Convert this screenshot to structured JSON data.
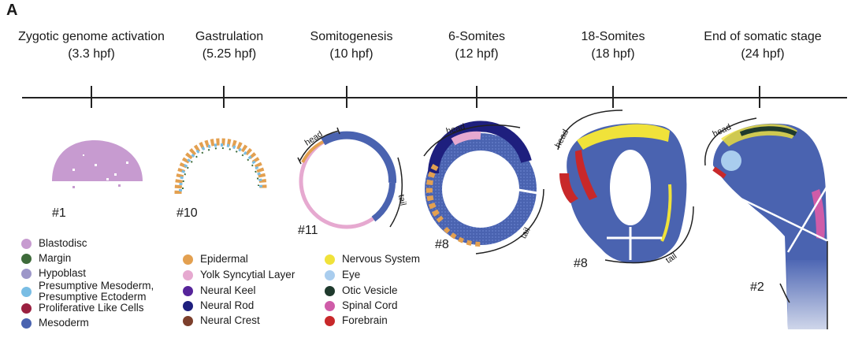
{
  "panel_letter": "A",
  "stages": [
    {
      "title": "Zygotic genome activation",
      "time": "(3.3 hpf)"
    },
    {
      "title": "Gastrulation",
      "time": "(5.25 hpf)"
    },
    {
      "title": "Somitogenesis",
      "time": "(10 hpf)"
    },
    {
      "title": "6-Somites",
      "time": "(12 hpf)"
    },
    {
      "title": "18-Somites",
      "time": "(18 hpf)"
    },
    {
      "title": "End of somatic stage",
      "time": "(24 hpf)"
    }
  ],
  "samples": [
    "#1",
    "#10",
    "#11",
    "#8",
    "#8",
    "#2"
  ],
  "annotations": {
    "head": "head",
    "tail": "tail"
  },
  "legend": {
    "col1": [
      {
        "label": "Blastodisc",
        "color": "#c79bd0"
      },
      {
        "label": "Margin",
        "color": "#3e6b3a"
      },
      {
        "label": "Hypoblast",
        "color": "#9d97c9"
      },
      {
        "label": "Presumptive Mesoderm,\nPresumptive Ectoderm",
        "color": "#79bde4"
      },
      {
        "label": "Proliferative Like Cells",
        "color": "#9a2040"
      },
      {
        "label": "Mesoderm",
        "color": "#4a63b0"
      }
    ],
    "col2": [
      {
        "label": "Epidermal",
        "color": "#e3a050"
      },
      {
        "label": "Yolk Syncytial Layer",
        "color": "#e6a9d0"
      },
      {
        "label": "Neural Keel",
        "color": "#56249a"
      },
      {
        "label": "Neural Rod",
        "color": "#1e1f7e"
      },
      {
        "label": "Neural Crest",
        "color": "#7c3f2c"
      }
    ],
    "col3": [
      {
        "label": "Nervous System",
        "color": "#f0e23a"
      },
      {
        "label": "Eye",
        "color": "#a9cdee"
      },
      {
        "label": "Otic Vesicle",
        "color": "#1f3a2d"
      },
      {
        "label": "Spinal Cord",
        "color": "#cf5ca8"
      },
      {
        "label": "Forebrain",
        "color": "#c8282a"
      }
    ]
  }
}
